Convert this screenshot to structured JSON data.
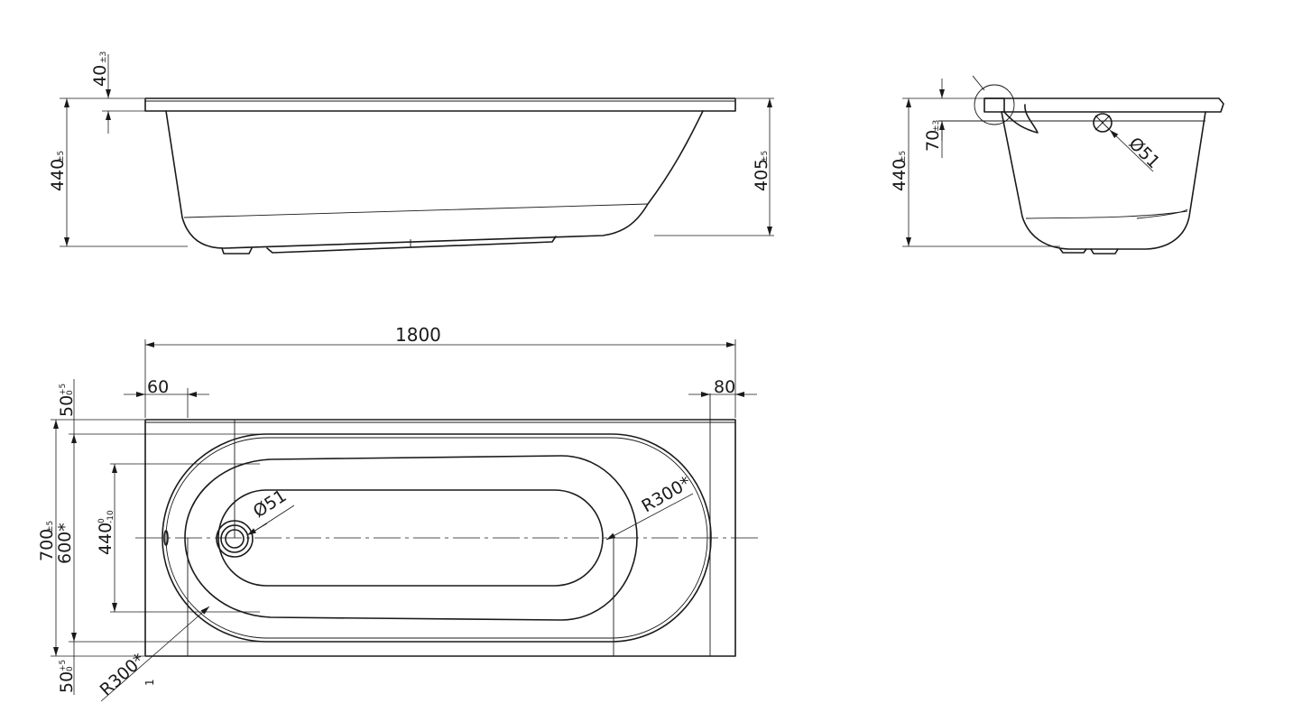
{
  "side_view": {
    "dim_rim": "40",
    "tol_rim": "±3",
    "dim_height": "440",
    "tol_height": "±5",
    "dim_height_end": "405",
    "tol_height_end": "±5"
  },
  "end_view": {
    "dim_height": "440",
    "tol_height": "±5",
    "dim_drain": "70",
    "tol_drain": "±3",
    "dim_drain_dia": "Ø51"
  },
  "top_view": {
    "dim_length": "1800",
    "dim_left_margin": "60",
    "dim_right_margin": "80",
    "dim_width": "700",
    "tol_width": "±5",
    "dim_inner_width": "600*",
    "dim_floor_width": "440",
    "tol_floor_upper": "0",
    "tol_floor_lower": "-10",
    "dim_top_gap": "50",
    "tol_gap_upper": "+5",
    "tol_gap_lower": "0",
    "dim_bottom_gap": "50",
    "dim_drain_dia": "Ø51",
    "dim_radius_right": "R300*",
    "dim_radius_left": "R300*",
    "marker": "1"
  }
}
